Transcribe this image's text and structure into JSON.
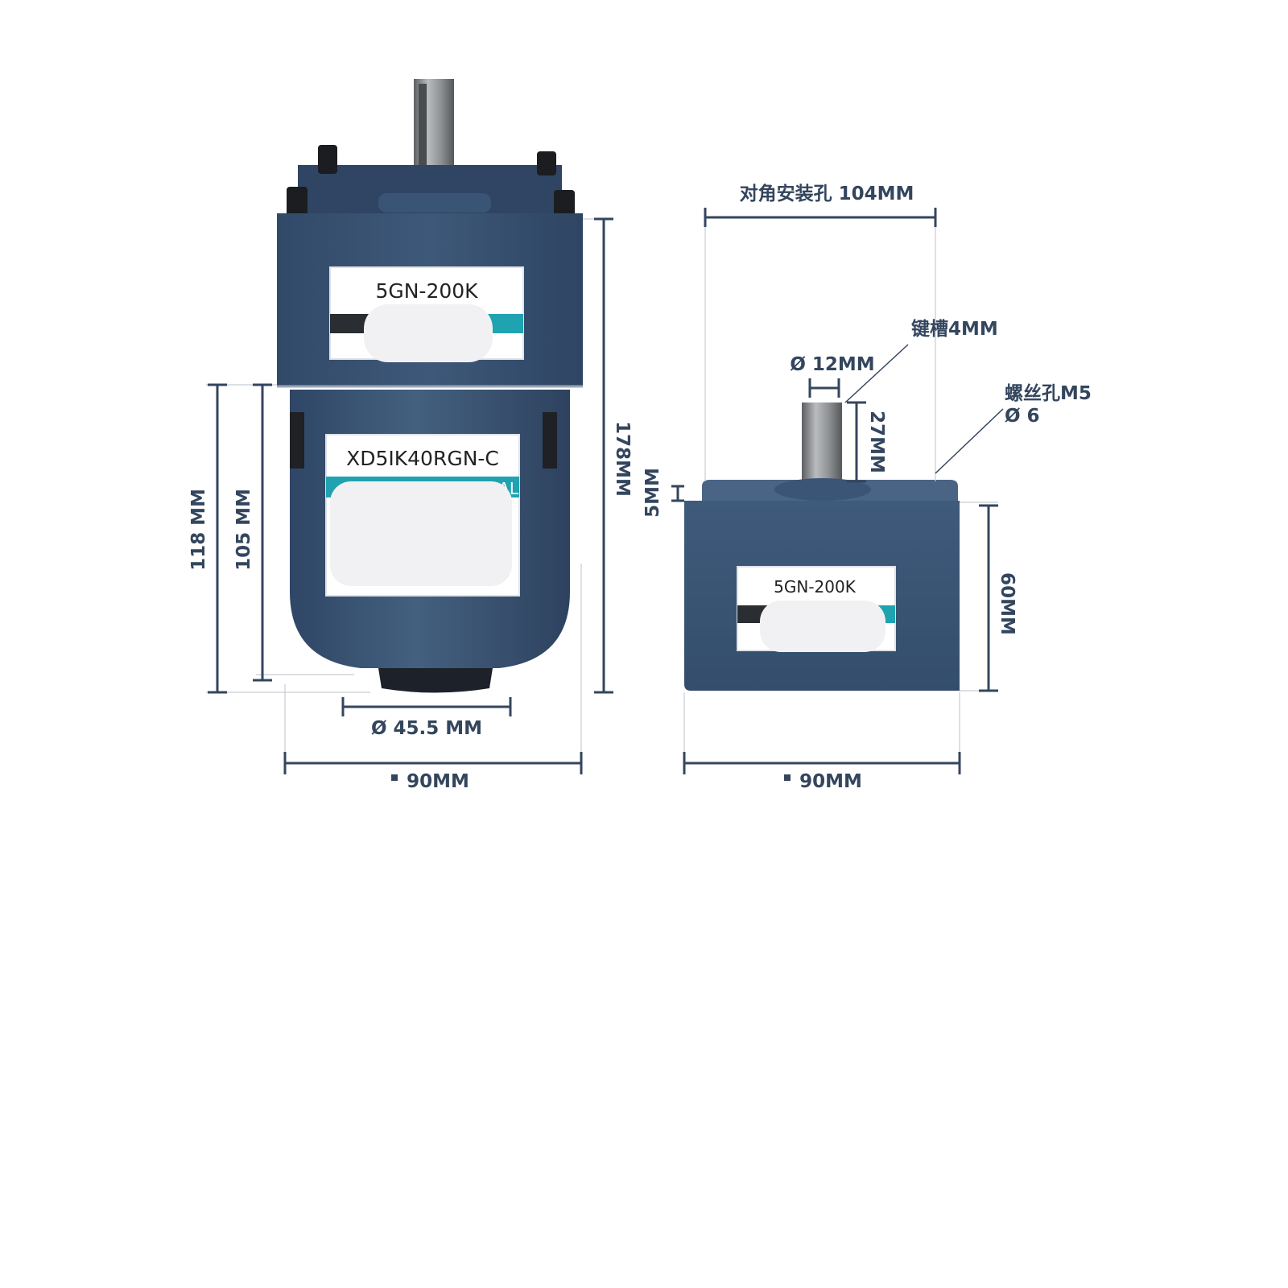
{
  "front_view": {
    "gearbox_label": "5GN-200K",
    "motor_label": "XD5IK40RGN-C",
    "motor_label_partial": "ANICAL",
    "dimensions": {
      "total_height": "178MM",
      "motor_height": "118 MM",
      "motor_body_height": "105 MM",
      "motor_diameter": "Ø 45.5 MM",
      "width": "90MM"
    }
  },
  "side_view": {
    "gearbox_label": "5GN-200K",
    "dimensions": {
      "diagonal_mounting_hole": "对角安装孔 104MM",
      "keyway": "键槽4MM",
      "shaft_diameter": "Ø 12MM",
      "screw_hole": "螺丝孔M5",
      "screw_hole_diameter": "Ø 6",
      "shaft_length": "27MM",
      "flange_height": "5MM",
      "gearbox_height": "60MM",
      "width": "90MM"
    }
  },
  "colors": {
    "motor_body": "#3d5677",
    "dimension_line": "#34465e",
    "label_accent": "#1fa3b0"
  }
}
